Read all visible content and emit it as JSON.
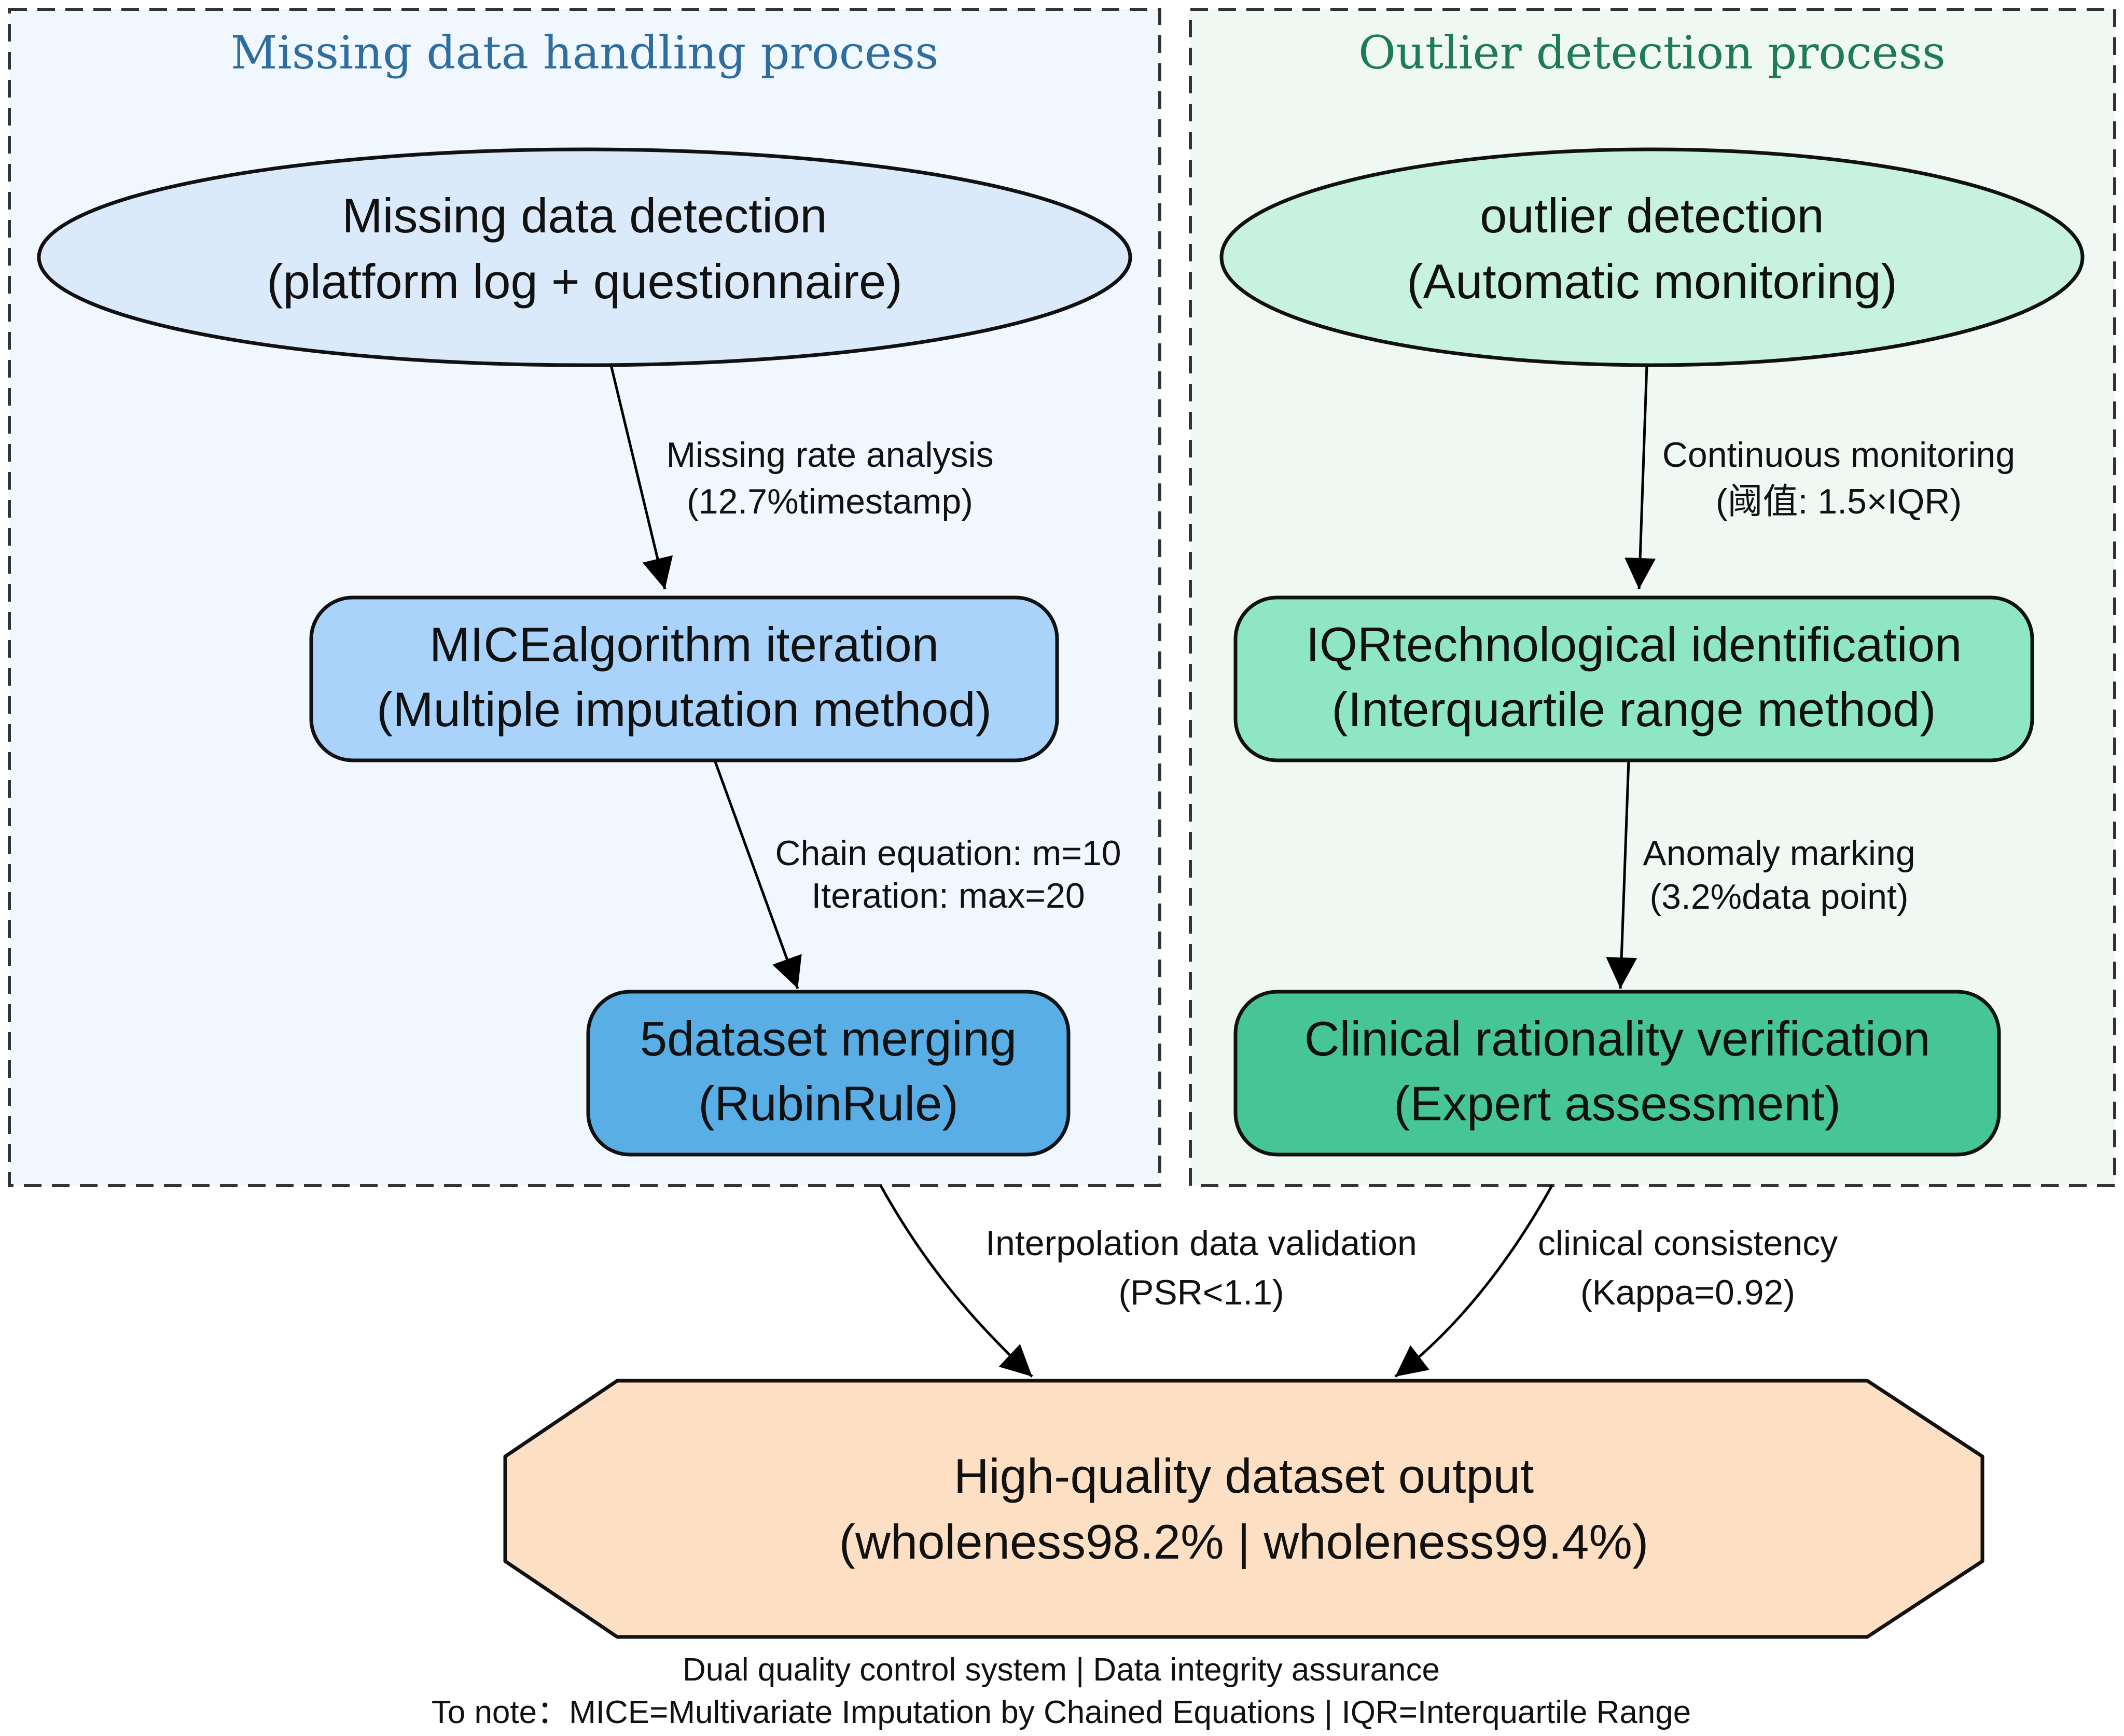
{
  "clusters": {
    "missing": {
      "title": "Missing data handling process",
      "title_color": "#2e6d9e",
      "fill": "#f0f7fe"
    },
    "outlier": {
      "title": "Outlier detection process",
      "title_color": "#1f7a5a",
      "fill": "#f0f8f4"
    }
  },
  "nodes": {
    "missing_detection": {
      "line1": "Missing data detection",
      "line2": "(platform log + questionnaire)",
      "fill": "#dbeafb"
    },
    "mice": {
      "line1": "MICEalgorithm iteration",
      "line2": "(Multiple imputation method)",
      "fill": "#a9d3fb"
    },
    "merge": {
      "line1": "5dataset merging",
      "line2": "(RubinRule)",
      "fill": "#5aaee6"
    },
    "outlier_detection": {
      "line1": "outlier detection",
      "line2": "(Automatic monitoring)",
      "fill": "#c8f2e0"
    },
    "iqr": {
      "line1": "IQRtechnological identification",
      "line2": "(Interquartile range method)",
      "fill": "#8ee6c4"
    },
    "clinical": {
      "line1": "Clinical rationality verification",
      "line2": "(Expert assessment)",
      "fill": "#46c596"
    },
    "output": {
      "line1": "High-quality dataset output",
      "line2": "(wholeness98.2% | wholeness99.4%)",
      "fill": "#fde0c4"
    }
  },
  "edges": {
    "e1": {
      "line1": "Missing rate analysis",
      "line2": "(12.7%timestamp)"
    },
    "e2": {
      "line1": "Chain equation: m=10",
      "line2": "Iteration: max=20"
    },
    "e3": {
      "line1": "Continuous monitoring",
      "line2": "(阈值: 1.5×IQR)"
    },
    "e4": {
      "line1": "Anomaly marking",
      "line2": "(3.2%data point)"
    },
    "e5": {
      "line1": "Interpolation data validation",
      "line2": "(PSR<1.1)"
    },
    "e6": {
      "line1": "clinical consistency",
      "line2": "(Kappa=0.92)"
    }
  },
  "footer": {
    "line1": "Dual quality control system | Data integrity assurance",
    "line2": "To note：MICE=Multivariate Imputation by Chained Equations | IQR=Interquartile Range"
  }
}
